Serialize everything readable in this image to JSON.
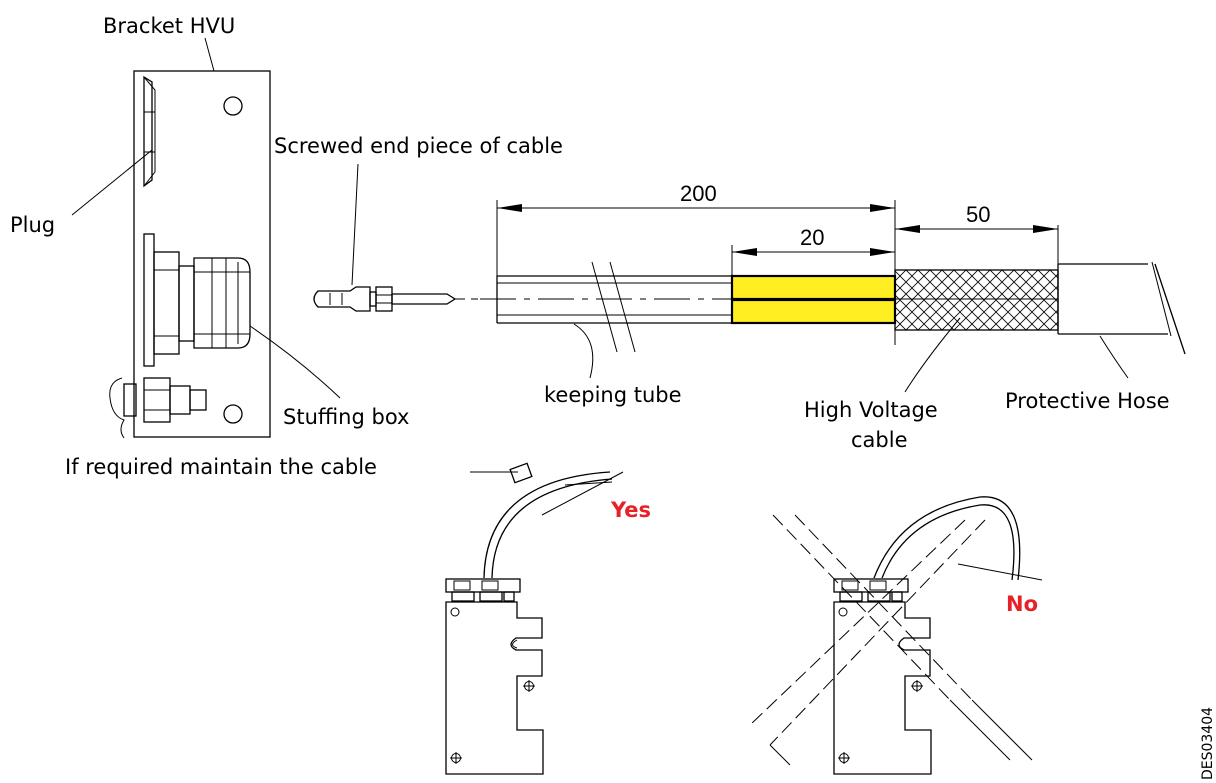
{
  "labels": {
    "bracket": "Bracket HVU",
    "screwed": "Screwed end piece of cable",
    "plug": "Plug",
    "stuffing": "Stuffing box",
    "keeping": "keeping tube",
    "hv_line1": "High Voltage",
    "hv_line2": "cable",
    "protective": "Protective Hose",
    "maintain": "If required maintain the cable",
    "yes": "Yes",
    "no": "No",
    "ref": "DES03404"
  },
  "dimensions": {
    "d200": "200",
    "d20": "20",
    "d50": "50"
  },
  "colors": {
    "sleeve": "#ffee22",
    "yes_no": "#e8202a"
  }
}
